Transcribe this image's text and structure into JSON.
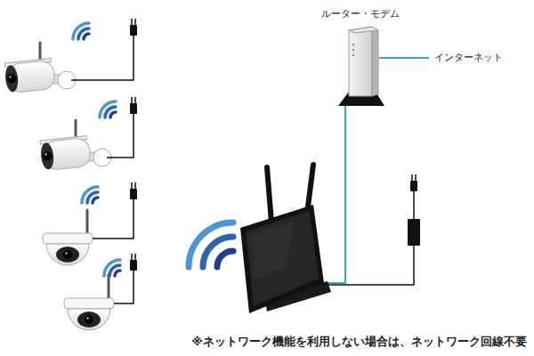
{
  "diagram": {
    "nodes": [
      {
        "text": [
          "ルーター・モデム"
        ]
      }
    ],
    "labels": [
      "インターネット",
      "※ネットワーク機能を利用しない場合は、ネットワーク回線不要"
    ]
  }
}
